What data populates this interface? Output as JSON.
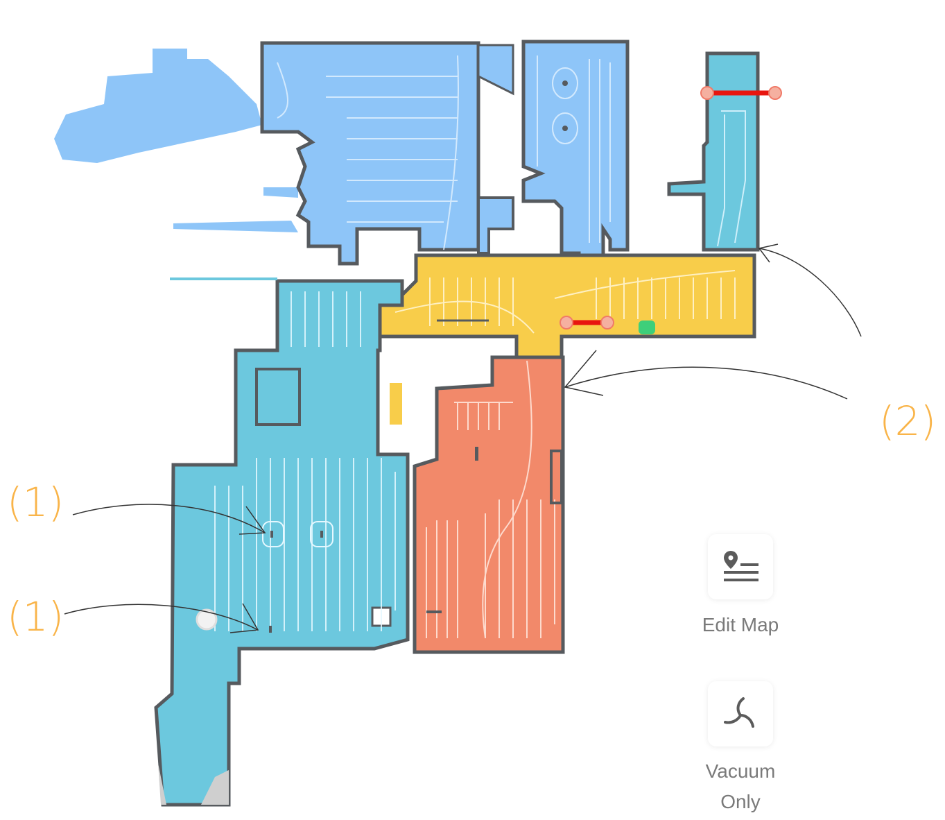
{
  "annotations": {
    "label_1a": "(1)",
    "label_1b": "(1)",
    "label_2": "(2)"
  },
  "actions": {
    "edit_map": {
      "label": "Edit Map",
      "icon": "location-list-icon"
    },
    "vacuum_only": {
      "label": "Vacuum Only",
      "icon": "fan-icon"
    }
  },
  "map": {
    "rooms": [
      {
        "name": "north-west-room",
        "color": "#8ec5f8"
      },
      {
        "name": "north-middle-room",
        "color": "#8ec5f8"
      },
      {
        "name": "north-east-room",
        "color": "#6cc8de"
      },
      {
        "name": "hallway",
        "color": "#f8cd4a"
      },
      {
        "name": "west-room",
        "color": "#6cc8de"
      },
      {
        "name": "south-room",
        "color": "#f2896a"
      }
    ],
    "wall_color": "#565a5e",
    "no_go_line_color": "#e8150f",
    "dock_color": "#3ecf7a",
    "annotation_color": "#f9b449"
  }
}
